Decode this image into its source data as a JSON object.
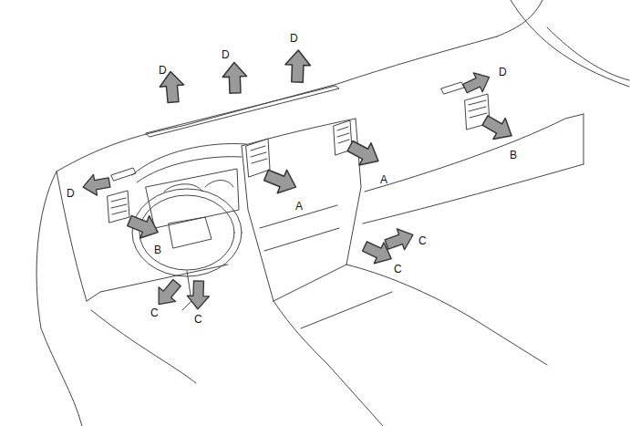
{
  "diagram": {
    "labels": [
      "D",
      "D",
      "D",
      "D",
      "B",
      "A",
      "D",
      "A",
      "C",
      "B",
      "C",
      "C",
      "C"
    ]
  }
}
